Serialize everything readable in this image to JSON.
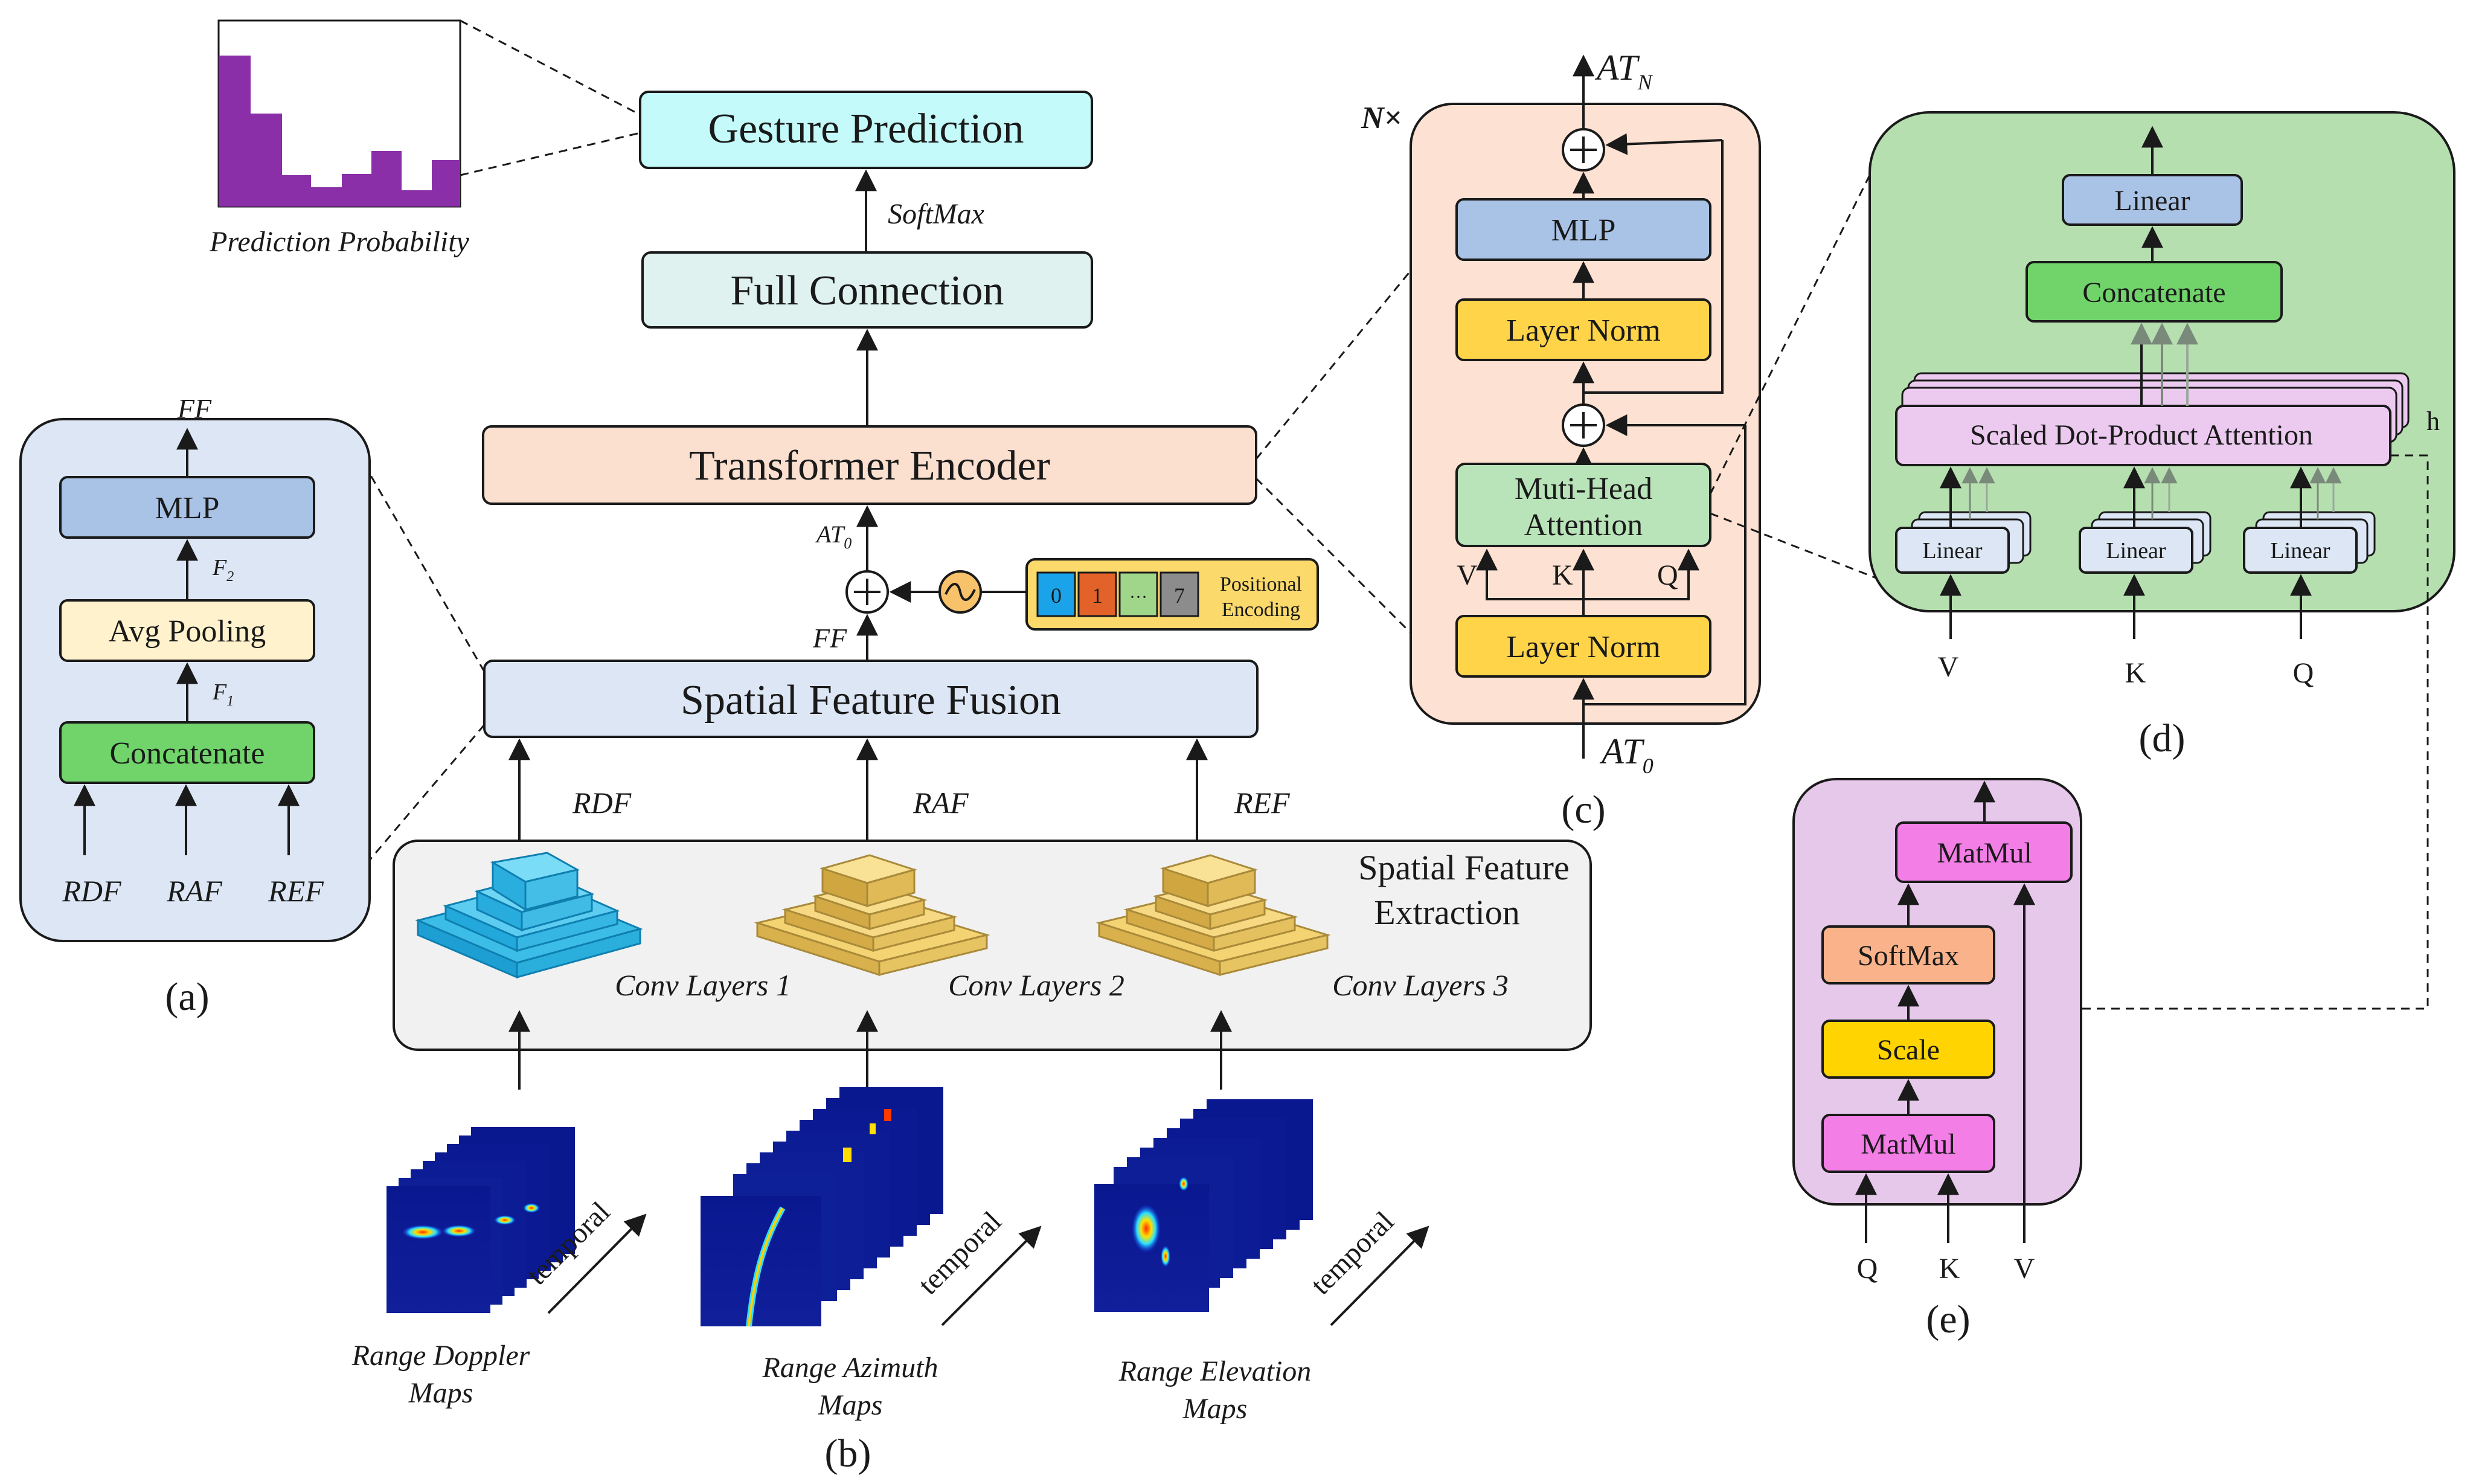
{
  "colors": {
    "blue_box": "#c5d6ee",
    "blue_panel": "#dce6f4",
    "yellow_box": "#fff2cc",
    "green_box": "#70d46a",
    "cyan_box": "#c4fafa",
    "teal_box": "#dff2ef",
    "peach_box": "#fbe0d0",
    "peach_panel": "#fde1d2",
    "gold_box": "#ffd449",
    "mint_box": "#b9e4b9",
    "green_panel": "#b6dfb0",
    "lavender_box": "#eccaf0",
    "lavender_panel": "#e6c8ea",
    "pink_box": "#f27ee6",
    "orange_box": "#f9b28a",
    "gray_panel": "#f1f1f1",
    "purple_bar": "#8a2fa8",
    "dark": "#1a1a1a"
  },
  "top": {
    "prediction_label": "Prediction Probability",
    "gesture_prediction": "Gesture Prediction",
    "softmax_label": "SoftMax",
    "full_connection": "Full Connection",
    "transformer_encoder": "Transformer Encoder",
    "at0_label": "AT",
    "at0_sub": "0",
    "ff_label": "FF",
    "spatial_feature_fusion": "Spatial Feature Fusion",
    "pos_tokens": [
      "0",
      "1",
      "···",
      "7"
    ],
    "pos_label_1": "Positional",
    "pos_label_2": "Encoding"
  },
  "panel_a": {
    "ff_label": "FF",
    "mlp": "MLP",
    "f2": "F",
    "f2_sub": "2",
    "avg_pooling": "Avg Pooling",
    "f1": "F",
    "f1_sub": "1",
    "concatenate": "Concatenate",
    "inputs": [
      "RDF",
      "RAF",
      "REF"
    ],
    "caption": "(a)"
  },
  "panel_b": {
    "feature_labels": [
      "RDF",
      "RAF",
      "REF"
    ],
    "extraction_title_1": "Spatial Feature",
    "extraction_title_2": "Extraction",
    "conv_labels": [
      "Conv Layers 1",
      "Conv Layers 2",
      "Conv Layers 3"
    ],
    "temporal": "temporal",
    "maps": [
      {
        "line1": "Range Doppler",
        "line2": "Maps"
      },
      {
        "line1": "Range Azimuth",
        "line2": "Maps"
      },
      {
        "line1": "Range Elevation",
        "line2": "Maps"
      }
    ],
    "caption": "(b)"
  },
  "panel_c": {
    "nx": "N×",
    "atn": "AT",
    "atn_sub": "N",
    "mlp": "MLP",
    "layer_norm_top": "Layer Norm",
    "mha_1": "Muti-Head",
    "mha_2": "Attention",
    "v": "V",
    "k": "K",
    "q": "Q",
    "layer_norm_bottom": "Layer Norm",
    "at0": "AT",
    "at0_sub": "0",
    "caption": "(c)"
  },
  "panel_d": {
    "linear_top": "Linear",
    "concatenate": "Concatenate",
    "sdpa": "Scaled Dot-Product Attention",
    "h": "h",
    "linear_small": "Linear",
    "inputs": [
      "V",
      "K",
      "Q"
    ],
    "caption": "(d)"
  },
  "panel_e": {
    "matmul_top": "MatMul",
    "softmax": "SoftMax",
    "scale": "Scale",
    "matmul_bottom": "MatMul",
    "inputs": [
      "Q",
      "K",
      "V"
    ],
    "caption": "(e)"
  }
}
